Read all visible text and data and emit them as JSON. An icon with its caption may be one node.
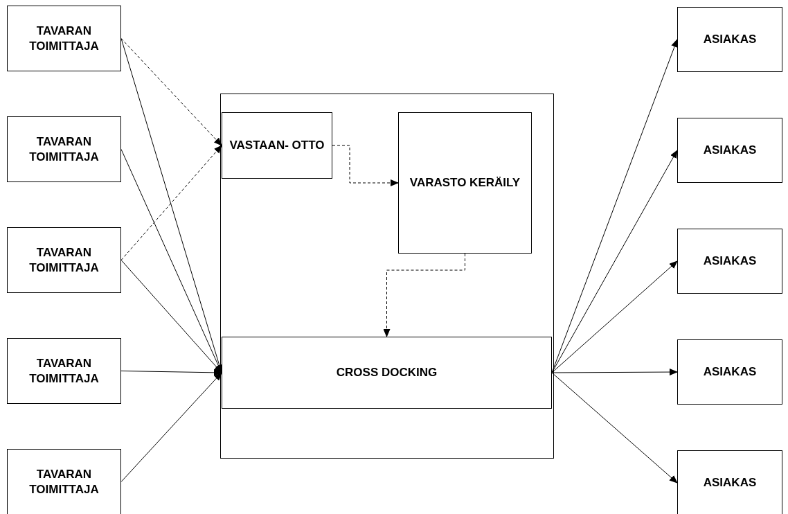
{
  "diagram": {
    "nodes": [
      {
        "text": [
          "TAVARAN TOIMITTAJA"
        ]
      },
      {
        "text": [
          "TAVARAN TOIMITTAJA"
        ]
      },
      {
        "text": [
          "TAVARAN TOIMITTAJA"
        ]
      },
      {
        "text": [
          "TAVARAN TOIMITTAJA"
        ]
      },
      {
        "text": [
          "TAVARAN TOIMITTAJA"
        ]
      },
      {
        "text": [],
        "shape": "box"
      },
      {
        "text": [
          "VASTAAN- OTTO"
        ],
        "in": 5
      },
      {
        "text": [
          "VARASTO KERÄILY"
        ],
        "in": 5
      },
      {
        "text": [
          "CROSS DOCKING"
        ],
        "in": 5
      },
      {
        "text": [
          "ASIAKAS"
        ]
      },
      {
        "text": [
          "ASIAKAS"
        ]
      },
      {
        "text": [
          "ASIAKAS"
        ]
      },
      {
        "text": [
          "ASIAKAS"
        ]
      },
      {
        "text": [
          "ASIAKAS"
        ]
      }
    ],
    "edges": [
      {
        "from": 0,
        "to": 6,
        "arrow": "to",
        "style": "dashed"
      },
      {
        "from": 0,
        "to": 8,
        "arrow": "to"
      },
      {
        "from": 1,
        "to": 8,
        "arrow": "to"
      },
      {
        "from": 2,
        "to": 6,
        "arrow": "to",
        "style": "dashed"
      },
      {
        "from": 2,
        "to": 8,
        "arrow": "to"
      },
      {
        "from": 3,
        "to": 8,
        "arrow": "to"
      },
      {
        "from": 4,
        "to": 8,
        "arrow": "to"
      },
      {
        "from": 6,
        "to": 7,
        "arrow": "to",
        "style": "dashed"
      },
      {
        "from": 7,
        "to": 8,
        "arrow": "to",
        "style": "dashed"
      },
      {
        "from": 8,
        "to": 9,
        "arrow": "to"
      },
      {
        "from": 8,
        "to": 10,
        "arrow": "to"
      },
      {
        "from": 8,
        "to": 11,
        "arrow": "to"
      },
      {
        "from": 8,
        "to": 12,
        "arrow": "to"
      },
      {
        "from": 8,
        "to": 13,
        "arrow": "to"
      }
    ]
  }
}
